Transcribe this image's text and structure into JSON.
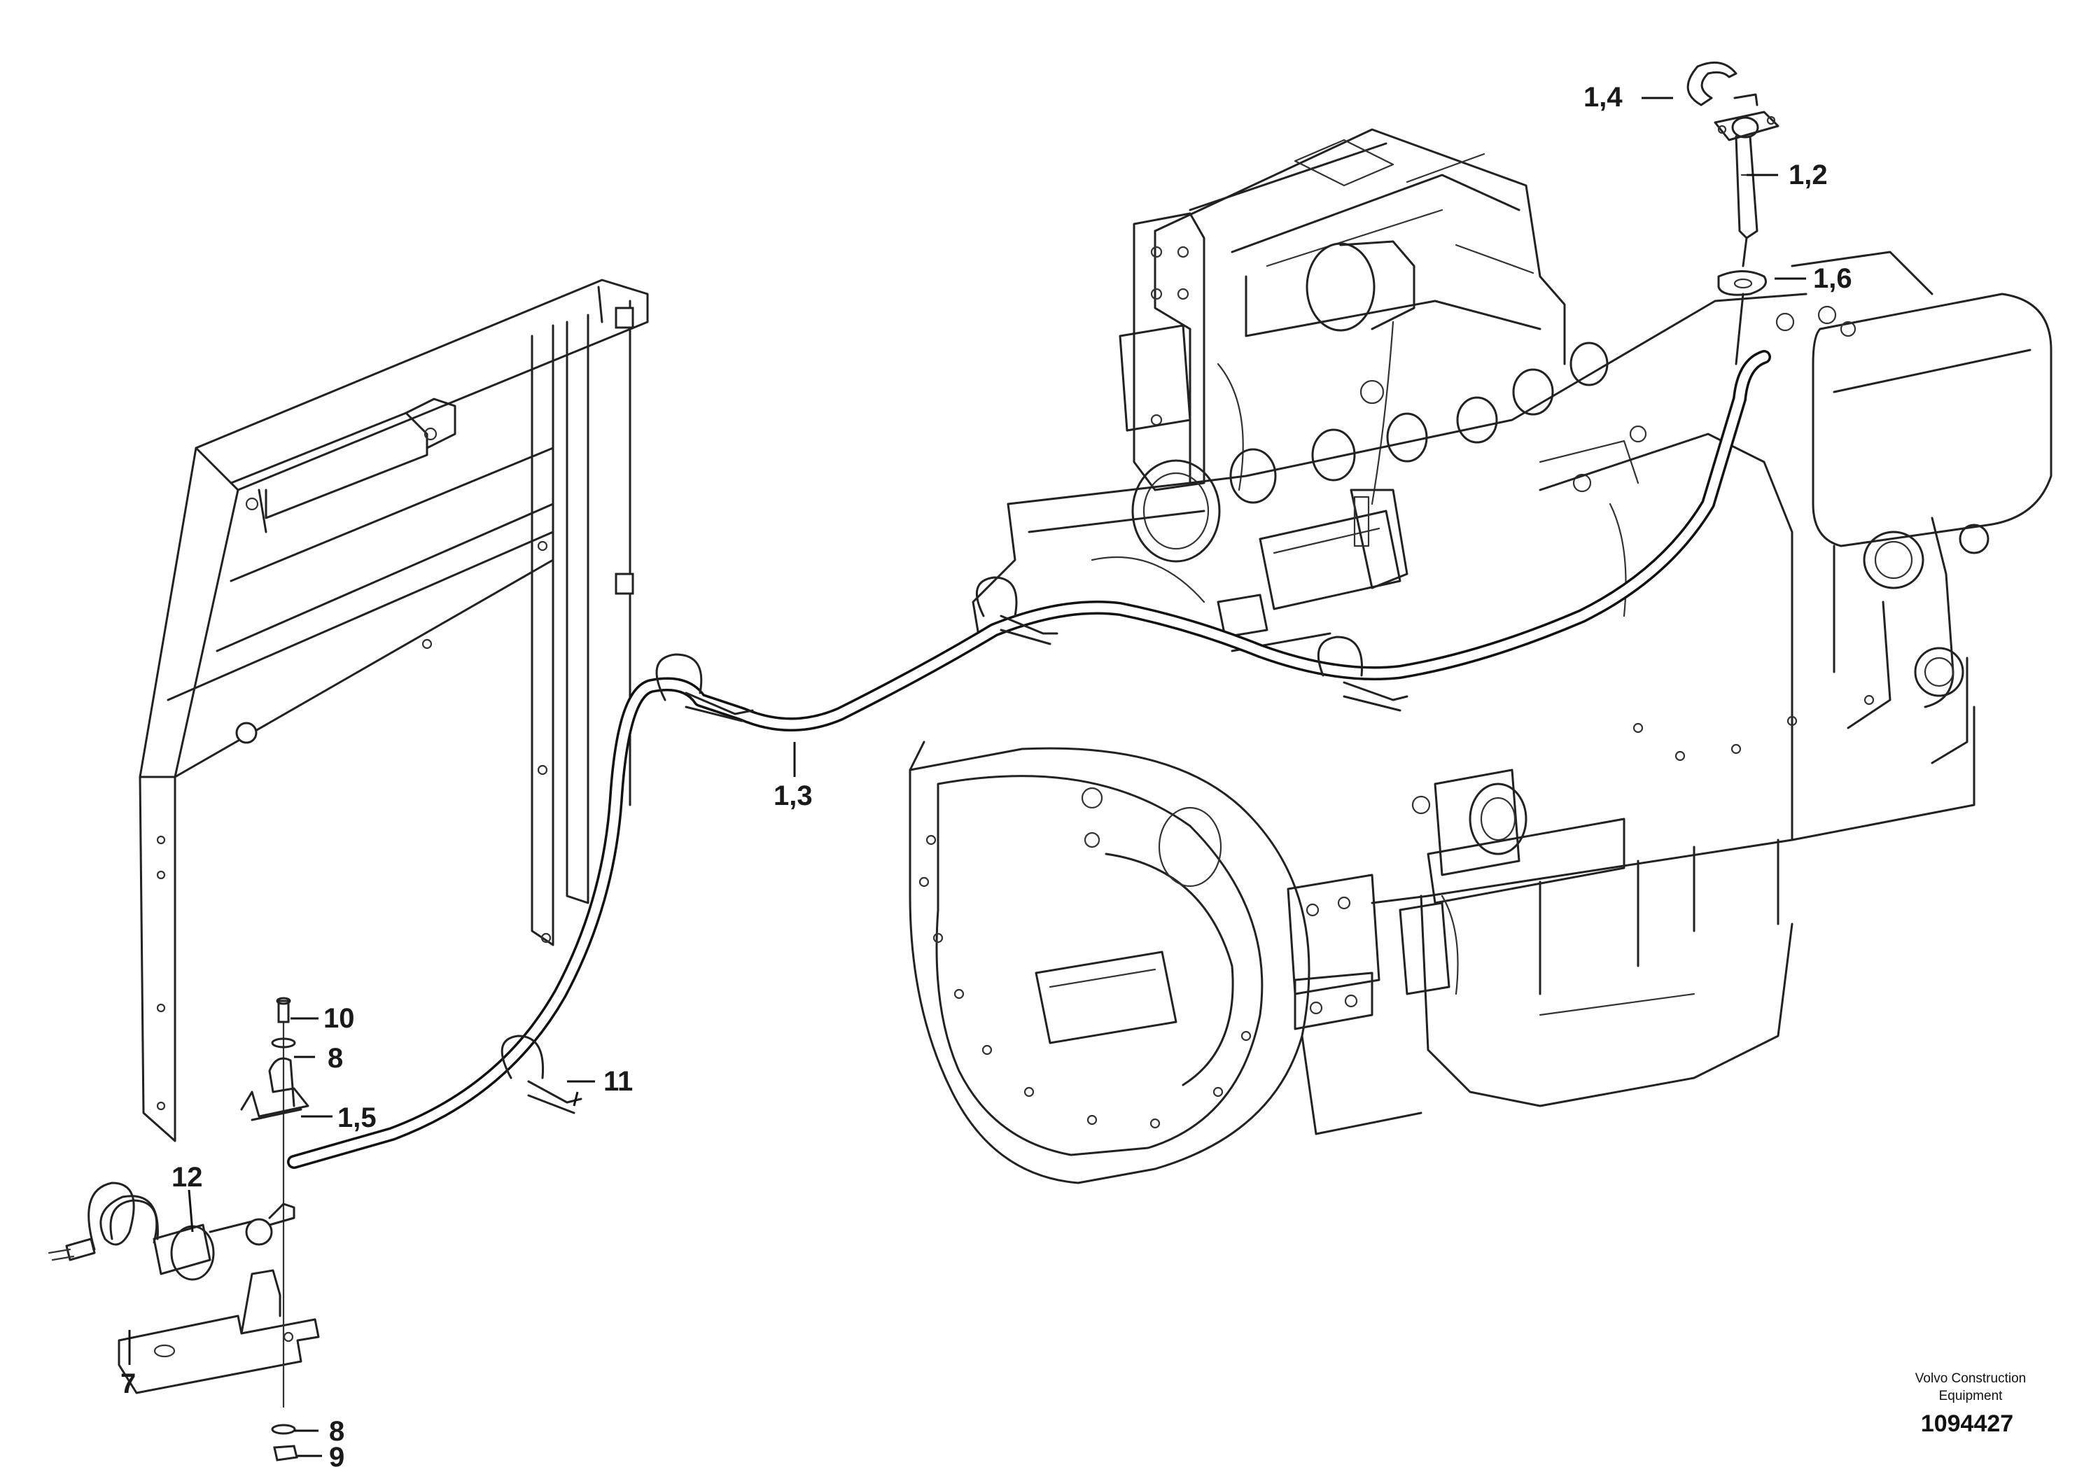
{
  "callouts": {
    "c_1_4": "1,4",
    "c_1_2": "1,2",
    "c_1_6": "1,6",
    "c_1_3": "1,3",
    "c_11": "11",
    "c_10": "10",
    "c_8_top": "8",
    "c_1_5": "1,5",
    "c_12": "12",
    "c_7": "7",
    "c_8_bottom": "8",
    "c_9": "9"
  },
  "footer": {
    "brand_line1": "Volvo Construction",
    "brand_line2": "Equipment",
    "doc_number": "1094427"
  }
}
